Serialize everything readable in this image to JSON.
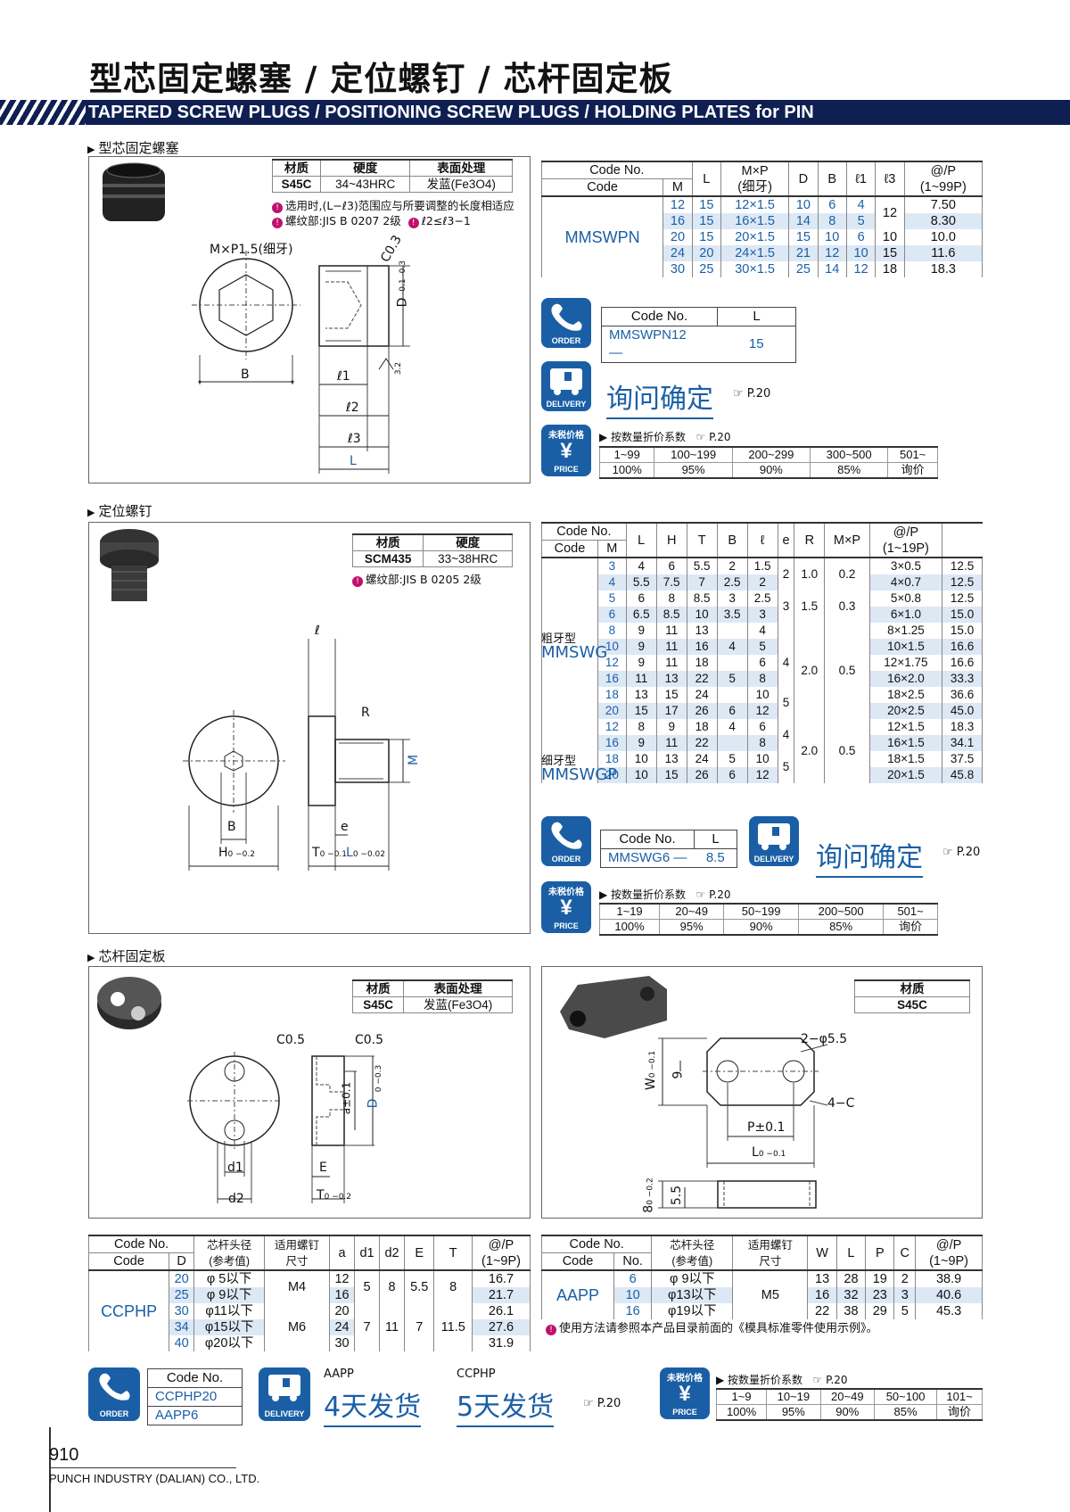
{
  "header": {
    "title": "型芯固定螺塞 / 定位螺钉 / 芯杆固定板",
    "subtitle": "TAPERED SCREW PLUGS / POSITIONING SCREW PLUGS / HOLDING PLATES for PIN"
  },
  "s1": {
    "section": "型芯固定螺塞",
    "mat_h": [
      "材质",
      "硬度",
      "表面处理"
    ],
    "mat_v": [
      "S45C",
      "34~43HRC",
      "发蓝(Fe3O4)"
    ],
    "notes": [
      "选用时,(L−ℓ3)范围应与所要调整的长度相适应",
      "螺纹部:JIS B 0207 2级",
      "ℓ2≤ℓ3−1"
    ],
    "dim": {
      "mxp": "M×P1.5(细牙)",
      "c": "C0.3",
      "d": "D",
      "d_tol": "-0.1 -0.3",
      "b": "B",
      "l1": "ℓ1",
      "l2": "ℓ2",
      "l3": "ℓ3",
      "L": "L",
      "rough": "3.2"
    },
    "table": {
      "h": [
        "Code No.",
        "Code",
        "M",
        "L",
        "M×P",
        "(细牙)",
        "D",
        "B",
        "ℓ1",
        "ℓ3",
        "@/P",
        "(1~99P)"
      ],
      "code": "MMSWPN",
      "rows": [
        [
          "12",
          "15",
          "12×1.5",
          "10",
          "6",
          "4",
          "",
          "7.50"
        ],
        [
          "16",
          "15",
          "16×1.5",
          "14",
          "8",
          "5",
          "12",
          "8.30"
        ],
        [
          "20",
          "15",
          "20×1.5",
          "15",
          "10",
          "6",
          "10",
          "10.0"
        ],
        [
          "24",
          "20",
          "24×1.5",
          "21",
          "12",
          "10",
          "15",
          "11.6"
        ],
        [
          "30",
          "25",
          "30×1.5",
          "25",
          "14",
          "12",
          "18",
          "18.3"
        ]
      ]
    },
    "order": {
      "h1": "Code No.",
      "h2": "L",
      "v1": "MMSWPN12",
      "dash": "—",
      "v2": "15"
    },
    "inquiry": "询问确定",
    "ref": "☞ P.20",
    "price": {
      "title": "按数量折价系数",
      "ref": "☞ P.20",
      "q": [
        "1~99",
        "100~199",
        "200~299",
        "300~500",
        "501~"
      ],
      "d": [
        "100%",
        "95%",
        "90%",
        "85%",
        "询价"
      ]
    }
  },
  "s2": {
    "section": "定位螺钉",
    "mat_h": [
      "材质",
      "硬度"
    ],
    "mat_v": [
      "SCM435",
      "33~38HRC"
    ],
    "notes": [
      "螺纹部:JIS B 0205 2级"
    ],
    "dim": {
      "l": "ℓ",
      "r": "R",
      "m": "M",
      "b": "B",
      "h": "H",
      "h_tol": "0 −0.2",
      "t": "T",
      "t_tol": "0 −0.1",
      "e": "e",
      "L": "L",
      "l_tol": "0 −0.02"
    },
    "table": {
      "h": [
        "Code No.",
        "Code",
        "M",
        "L",
        "H",
        "T",
        "B",
        "ℓ",
        "e",
        "R",
        "M×P",
        "@/P",
        "(1~19P)"
      ],
      "g1": "粗牙型",
      "g1c": "MMSWG",
      "g2": "细牙型",
      "g2c": "MMSWGP",
      "rows": [
        [
          "3",
          "4",
          "6",
          "5.5",
          "2",
          "1.5",
          "2",
          "1.0",
          "0.2",
          "3×0.5",
          "12.5"
        ],
        [
          "4",
          "5.5",
          "7.5",
          "7",
          "2.5",
          "2",
          "",
          "",
          "",
          "4×0.7",
          "12.5"
        ],
        [
          "5",
          "6",
          "8",
          "8.5",
          "3",
          "2.5",
          "3",
          "1.5",
          "0.3",
          "5×0.8",
          "12.5"
        ],
        [
          "6",
          "6.5",
          "8.5",
          "10",
          "3.5",
          "3",
          "",
          "",
          "",
          "6×1.0",
          "15.0"
        ],
        [
          "8",
          "9",
          "11",
          "13",
          "",
          "4",
          "",
          "",
          "",
          "8×1.25",
          "15.0"
        ],
        [
          "10",
          "9",
          "11",
          "16",
          "4",
          "5",
          "4",
          "",
          "",
          "10×1.5",
          "16.6"
        ],
        [
          "12",
          "9",
          "11",
          "18",
          "",
          "6",
          "",
          "2.0",
          "0.5",
          "12×1.75",
          "16.6"
        ],
        [
          "16",
          "11",
          "13",
          "22",
          "5",
          "8",
          "",
          "",
          "",
          "16×2.0",
          "33.3"
        ],
        [
          "18",
          "13",
          "15",
          "24",
          "",
          "10",
          "5",
          "",
          "",
          "18×2.5",
          "36.6"
        ],
        [
          "20",
          "15",
          "17",
          "26",
          "6",
          "12",
          "",
          "",
          "",
          "20×2.5",
          "45.0"
        ],
        [
          "12",
          "8",
          "9",
          "18",
          "4",
          "6",
          "4",
          "",
          "",
          "12×1.5",
          "18.3"
        ],
        [
          "16",
          "9",
          "11",
          "22",
          "",
          "8",
          "",
          "2.0",
          "0.5",
          "16×1.5",
          "34.1"
        ],
        [
          "18",
          "10",
          "13",
          "24",
          "5",
          "10",
          "5",
          "",
          "",
          "18×1.5",
          "37.5"
        ],
        [
          "20",
          "10",
          "15",
          "26",
          "6",
          "12",
          "",
          "",
          "",
          "20×1.5",
          "45.8"
        ]
      ]
    },
    "order": {
      "h1": "Code No.",
      "h2": "L",
      "v1": "MMSWG6",
      "dash": "—",
      "v2": "8.5"
    },
    "inquiry": "询问确定",
    "ref": "☞ P.20",
    "price": {
      "title": "按数量折价系数",
      "ref": "☞ P.20",
      "q": [
        "1~19",
        "20~49",
        "50~199",
        "200~500",
        "501~"
      ],
      "d": [
        "100%",
        "95%",
        "90%",
        "85%",
        "询价"
      ]
    }
  },
  "s3": {
    "section": "芯杆固定板",
    "mat_h": [
      "材质",
      "表面处理"
    ],
    "mat_v": [
      "S45C",
      "发蓝(Fe3O4)"
    ],
    "mat2_h": "材质",
    "mat2_v": "S45C",
    "dim": {
      "c1": "C0.5",
      "c2": "C0.5",
      "a": "a±0.1",
      "d": "D",
      "d_tol": "0 −0.3",
      "d1": "d1",
      "d2": "d2",
      "e": "E",
      "t": "T",
      "t_tol": "0 −0.2",
      "hole": "2−φ5.5",
      "w": "W",
      "w_tol": "0 −0.1",
      "nine": "9",
      "c": "4−C",
      "p": "P±0.1",
      "L": "L",
      "l_tol": "0 −0.1",
      "h8": "8",
      "h8_tol": "0 −0.2",
      "h55": "5.5"
    },
    "t1": {
      "h": [
        "Code No.",
        "Code",
        "D",
        "芯杆头径",
        "(参考值)",
        "适用螺钉",
        "尺寸",
        "a",
        "d1",
        "d2",
        "E",
        "T",
        "@/P",
        "(1~9P)"
      ],
      "code": "CCPHP",
      "rows": [
        [
          "20",
          "φ 5以下",
          "M4",
          "12",
          "5",
          "8",
          "5.5",
          "8",
          "16.7"
        ],
        [
          "25",
          "φ 9以下",
          "",
          "16",
          "",
          "",
          "",
          "",
          "21.7"
        ],
        [
          "30",
          "φ11以下",
          "M6",
          "20",
          "7",
          "11",
          "7",
          "11.5",
          "26.1"
        ],
        [
          "34",
          "φ15以下",
          "",
          "24",
          "",
          "",
          "",
          "",
          "27.6"
        ],
        [
          "40",
          "φ20以下",
          "",
          "30",
          "",
          "",
          "",
          "",
          "31.9"
        ]
      ]
    },
    "t2": {
      "h": [
        "Code No.",
        "Code",
        "No.",
        "芯杆头径",
        "(参考值)",
        "适用螺钉",
        "尺寸",
        "W",
        "L",
        "P",
        "C",
        "@/P",
        "(1~9P)"
      ],
      "code": "AAPP",
      "rows": [
        [
          "6",
          "φ 9以下",
          "M5",
          "13",
          "28",
          "19",
          "2",
          "38.9"
        ],
        [
          "10",
          "φ13以下",
          "",
          "16",
          "32",
          "23",
          "3",
          "40.6"
        ],
        [
          "16",
          "φ19以下",
          "",
          "22",
          "38",
          "29",
          "5",
          "45.3"
        ]
      ]
    },
    "note": "使用方法请参照本产品目录前面的《模具标准零件使用示例》。",
    "order": {
      "h": "Code No.",
      "v1": "CCPHP20",
      "v2": "AAPP6"
    },
    "ship": {
      "l1": "AAPP",
      "v1": "4天发货",
      "l2": "CCPHP",
      "v2": "5天发货",
      "ref": "☞ P.20"
    },
    "price": {
      "title": "按数量折价系数",
      "ref": "☞ P.20",
      "q": [
        "1~9",
        "10~19",
        "20~49",
        "50~100",
        "101~"
      ],
      "d": [
        "100%",
        "95%",
        "90%",
        "85%",
        "询价"
      ]
    }
  },
  "icons": {
    "order": "ORDER",
    "delivery": "DELIVERY",
    "price_top": "未税价格",
    "price": "PRICE"
  },
  "footer": {
    "page": "910",
    "company": "PUNCH INDUSTRY (DALIAN) CO., LTD."
  }
}
